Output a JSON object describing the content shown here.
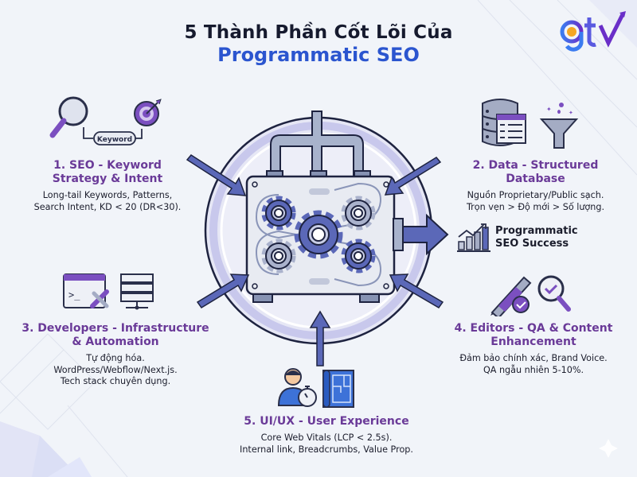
{
  "title": {
    "line1": "5 Thành Phần Cốt Lõi Của",
    "line2": "Programmatic SEO"
  },
  "logo": {
    "text": "gtv",
    "icon": "gtv-logo"
  },
  "colors": {
    "title_dark": "#161a2e",
    "title_blue": "#2b55cf",
    "heading_purple": "#6a3a98",
    "icon_purple": "#7b4fc0",
    "machine_blue": "#5b68b8",
    "outline": "#1e2340",
    "background": "#f1f4f9"
  },
  "components": [
    {
      "heading_line1": "1. SEO - Keyword",
      "heading_line2": "Strategy & Intent",
      "desc_line1": "Long-tail Keywords, Patterns,",
      "desc_line2": "Search Intent, KD < 20 (DR<30).",
      "icons": [
        "magnifier-icon",
        "keyword-tag-icon",
        "target-icon"
      ],
      "tag_label": "Keyword"
    },
    {
      "heading_line1": "2. Data - Structured",
      "heading_line2": "Database",
      "desc_line1": "Nguồn Proprietary/Public sạch.",
      "desc_line2": "Trọn vẹn > Độ mới > Số lượng.",
      "icons": [
        "database-icon",
        "funnel-icon"
      ]
    },
    {
      "heading_line1": "3. Developers - Infrastructure",
      "heading_line2": "& Automation",
      "desc_line1": "Tự động hóa.",
      "desc_line2": "WordPress/Webflow/Next.js.",
      "desc_line3": "Tech stack chuyên dụng.",
      "icons": [
        "terminal-window-icon",
        "wrench-screwdriver-icon",
        "server-rack-icon"
      ]
    },
    {
      "heading_line1": "4. Editors - QA & Content",
      "heading_line2": "Enhancement",
      "desc_line1": "Đảm bảo chính xác, Brand Voice.",
      "desc_line2": "QA ngẫu nhiên 5-10%.",
      "icons": [
        "pen-icon",
        "check-badge-icon",
        "magnifier-check-icon"
      ]
    },
    {
      "heading_line1": "5. UI/UX - User Experience",
      "desc_line1": "Core Web Vitals (LCP < 2.5s).",
      "desc_line2": "Internal link, Breadcrumbs, Value Prop.",
      "icons": [
        "user-stopwatch-icon",
        "blueprint-icon"
      ]
    }
  ],
  "center": {
    "icon": "gear-machine-icon",
    "inputs": 5,
    "output_label_line1": "Programmatic",
    "output_label_line2": "SEO Success",
    "output_icon": "growth-chart-icon"
  }
}
